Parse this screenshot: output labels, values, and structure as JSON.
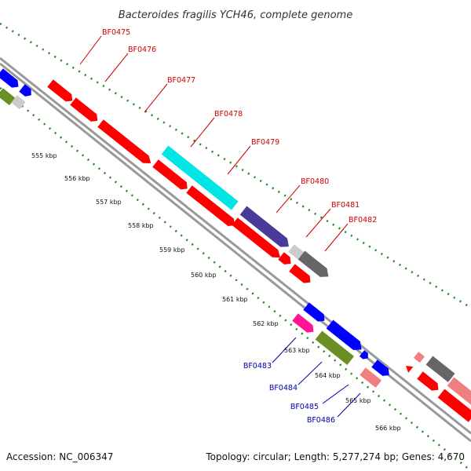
{
  "map": {
    "title": "Bacteroides fragilis YCH46, complete genome",
    "accession": "Accession: NC_006347",
    "summary": "Topology: circular; Length: 5,277,274 bp; Genes: 4,670"
  },
  "colors": {
    "background": "#ffffff",
    "backbone": "#999999",
    "tick_marks": "#1a8a1a",
    "label_top": "#cc0000",
    "label_bottom": "#0000aa",
    "gene_red": "#ff0000",
    "gene_cyan": "#00e5e5",
    "gene_purple": "#4a3a9a",
    "gene_gray": "#666666",
    "gene_lightgray": "#cccccc",
    "gene_blue": "#0000ff",
    "gene_olive": "#6b8e23",
    "gene_pink": "#ff1493",
    "gene_salmon": "#f08080"
  },
  "kbp_labels": [
    "555 kbp",
    "556 kbp",
    "557 kbp",
    "558 kbp",
    "559 kbp",
    "560 kbp",
    "561 kbp",
    "562 kbp",
    "563 kbp",
    "564 kbp",
    "565 kbp",
    "566 kbp"
  ],
  "gene_labels_top": [
    "BF0475",
    "BF0476",
    "BF0477",
    "BF0478",
    "BF0479",
    "BF0480",
    "BF0481",
    "BF0482"
  ],
  "gene_labels_bottom": [
    "BF0483",
    "BF0484",
    "BF0485",
    "BF0486"
  ]
}
